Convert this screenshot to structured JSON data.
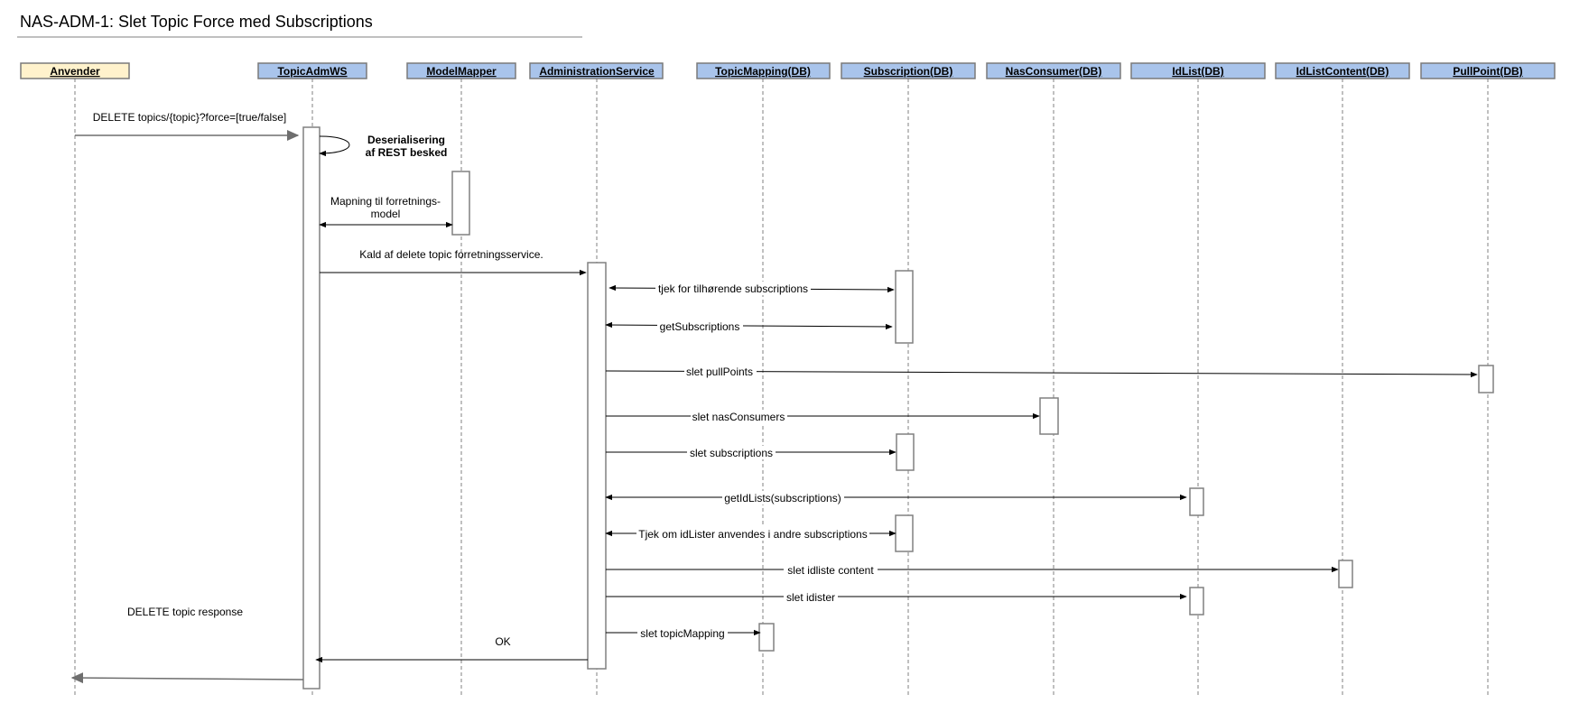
{
  "title": "NAS-ADM-1: Slet Topic Force med Subscriptions",
  "colors": {
    "participant_user": "#fff2cc",
    "participant_system": "#a9c4eb",
    "border": "#7a7a7a",
    "lifeline": "#808080",
    "arrow": "#000000"
  },
  "participants": [
    {
      "name": "Anvender"
    },
    {
      "name": "TopicAdmWS"
    },
    {
      "name": "ModelMapper"
    },
    {
      "name": "AdministrationService"
    },
    {
      "name": "TopicMapping(DB)"
    },
    {
      "name": "Subscription(DB)"
    },
    {
      "name": "NasConsumer(DB)"
    },
    {
      "name": "IdList(DB)"
    },
    {
      "name": "IdListContent(DB)"
    },
    {
      "name": "PullPoint(DB)"
    }
  ],
  "messages": [
    {
      "label": "DELETE topics/{topic}?force=[true/false]",
      "from": "Anvender",
      "to": "TopicAdmWS"
    },
    {
      "label_lines": [
        "Deserialisering",
        "af REST besked"
      ],
      "from": "TopicAdmWS",
      "to": "TopicAdmWS"
    },
    {
      "label_lines": [
        "Mapning til forretnings-",
        "model"
      ],
      "from": "TopicAdmWS",
      "to": "ModelMapper"
    },
    {
      "label": "Kald af delete topic forretningsservice.",
      "from": "TopicAdmWS",
      "to": "AdministrationService"
    },
    {
      "label": "tjek for tilhørende subscriptions",
      "from": "AdministrationService",
      "to": "Subscription(DB)"
    },
    {
      "label": "getSubscriptions",
      "from": "AdministrationService",
      "to": "Subscription(DB)"
    },
    {
      "label": "slet pullPoints",
      "from": "AdministrationService",
      "to": "PullPoint(DB)"
    },
    {
      "label": "slet nasConsumers",
      "from": "AdministrationService",
      "to": "NasConsumer(DB)"
    },
    {
      "label": "slet subscriptions",
      "from": "AdministrationService",
      "to": "Subscription(DB)"
    },
    {
      "label": "getIdLists(subscriptions)",
      "from": "AdministrationService",
      "to": "IdList(DB)"
    },
    {
      "label": "Tjek om idLister anvendes i andre subscriptions",
      "from": "AdministrationService",
      "to": "Subscription(DB)"
    },
    {
      "label": "slet idliste content",
      "from": "AdministrationService",
      "to": "IdListContent(DB)"
    },
    {
      "label": "slet idister",
      "from": "AdministrationService",
      "to": "IdList(DB)"
    },
    {
      "label": "DELETE topic response",
      "from": "TopicAdmWS",
      "to": "Anvender"
    },
    {
      "label": "slet topicMapping",
      "from": "AdministrationService",
      "to": "TopicMapping(DB)"
    },
    {
      "label": "OK",
      "from": "AdministrationService",
      "to": "TopicAdmWS"
    }
  ]
}
